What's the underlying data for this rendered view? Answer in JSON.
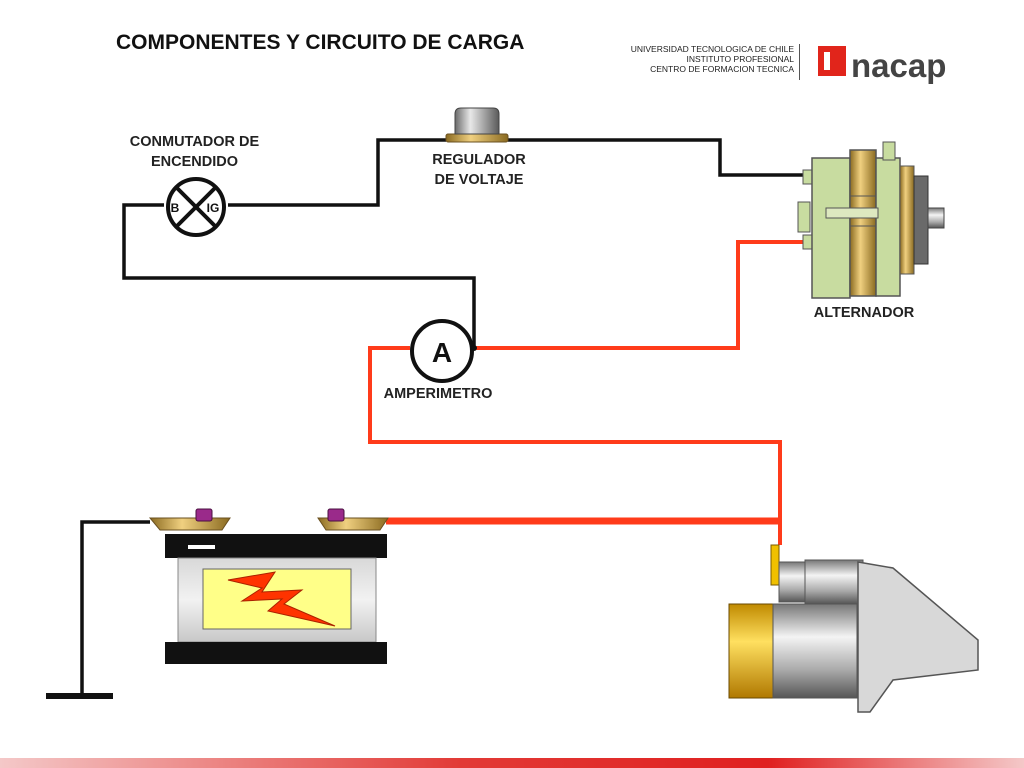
{
  "title": "COMPONENTES Y CIRCUITO DE CARGA",
  "institution": {
    "line1": "UNIVERSIDAD TECNOLOGICA DE CHILE",
    "line2": "INSTITUTO PROFESIONAL",
    "line3": "CENTRO DE FORMACION TECNICA",
    "logo_text": "inacap"
  },
  "labels": {
    "switch_line1": "CONMUTADOR DE",
    "switch_line2": "ENCENDIDO",
    "switch_b": "B",
    "switch_ig": "IG",
    "regulator_line1": "REGULADOR",
    "regulator_line2": "DE VOLTAJE",
    "alternator": "ALTERNADOR",
    "ammeter": "AMPERIMETRO",
    "ammeter_symbol": "A"
  },
  "colors": {
    "wire_control": "#111111",
    "wire_charge": "#ff3b1a",
    "brand_red": "#e1251b",
    "battery_window": "#ffff88",
    "bolt": "#ff3300",
    "alternator_body": "#c8dca0",
    "brass": "#c8a050",
    "starter_yellow": "#f0c000"
  }
}
